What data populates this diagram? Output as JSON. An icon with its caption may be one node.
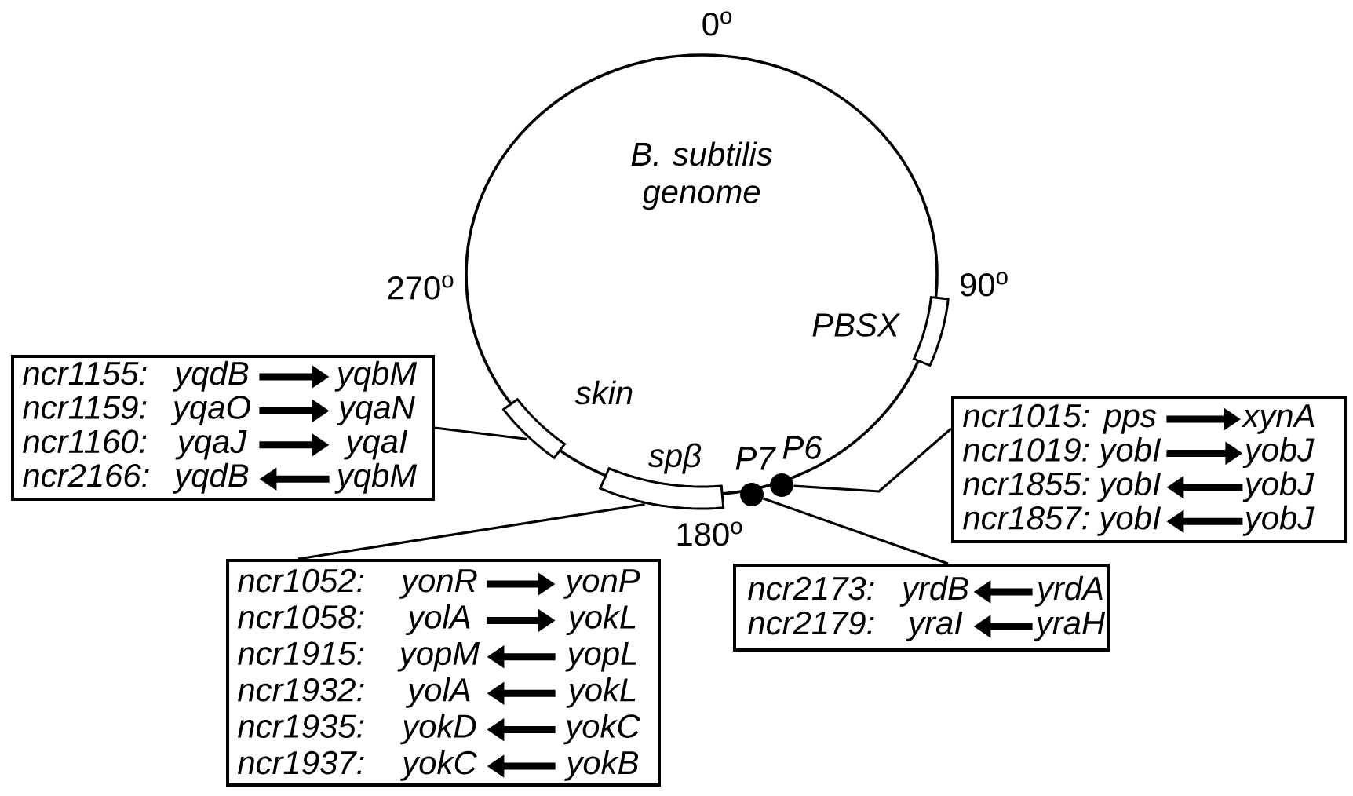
{
  "diagram": {
    "nodes": [
      {
        "text": [
          "B. subtilis genome"
        ],
        "beside": [
          "0$^{o}$",
          "270$^{o}$",
          "90$^{o}$",
          "180$^{o}$"
        ]
      },
      {
        "text": [
          "PBSX"
        ],
        "in": 0
      },
      {
        "text": [
          "skin"
        ],
        "in": 0
      },
      {
        "text": [
          "spβ"
        ],
        "in": 0
      },
      {
        "text": [
          "P7"
        ]
      },
      {
        "text": [
          "P6"
        ]
      },
      {
        "text": [],
        "shape": "box"
      },
      {
        "text": [
          "ncr1155:"
        ],
        "in": 6
      },
      {
        "text": [
          "yqdB"
        ],
        "in": 6
      },
      {
        "text": [
          "yqbM"
        ],
        "in": 6
      },
      {
        "text": [
          "ncr1159:"
        ],
        "in": 6
      },
      {
        "text": [
          "yqaO"
        ],
        "in": 6
      },
      {
        "text": [
          "yqaN"
        ],
        "in": 6
      },
      {
        "text": [
          "ncr1160:"
        ],
        "in": 6
      },
      {
        "text": [
          "yqaJ"
        ],
        "in": 6
      },
      {
        "text": [
          "yqaI"
        ],
        "in": 6
      },
      {
        "text": [
          "ncr2166:"
        ],
        "in": 6
      },
      {
        "text": [
          "yqdB"
        ],
        "in": 6
      },
      {
        "text": [
          "yqbM"
        ],
        "in": 6
      },
      {
        "text": [],
        "shape": "box"
      },
      {
        "text": [
          "ncr1015:"
        ],
        "in": 19
      },
      {
        "text": [
          "pps"
        ],
        "in": 19
      },
      {
        "text": [
          "xynA"
        ],
        "in": 19
      },
      {
        "text": [
          "ncr1019:"
        ],
        "in": 19
      },
      {
        "text": [
          "yobI"
        ],
        "in": 19
      },
      {
        "text": [
          "yobJ"
        ],
        "in": 19
      },
      {
        "text": [
          "ncr1855:"
        ],
        "in": 19
      },
      {
        "text": [
          "yobI"
        ],
        "in": 19
      },
      {
        "text": [
          "yobJ"
        ],
        "in": 19
      },
      {
        "text": [
          "ncr1857:"
        ],
        "in": 19
      },
      {
        "text": [
          "yobI"
        ],
        "in": 19
      },
      {
        "text": [
          "yobJ"
        ],
        "in": 19
      },
      {
        "text": [],
        "shape": "box"
      },
      {
        "text": [
          "ncr1052:"
        ],
        "in": 32
      },
      {
        "text": [
          "yonR"
        ],
        "in": 32
      },
      {
        "text": [
          "yonP"
        ],
        "in": 32
      },
      {
        "text": [
          "ncr1058:"
        ],
        "in": 32
      },
      {
        "text": [
          "yolA"
        ],
        "in": 32
      },
      {
        "text": [
          "yokL"
        ],
        "in": 32
      },
      {
        "text": [
          "ncr1915:"
        ],
        "in": 32
      },
      {
        "text": [
          "yopM"
        ],
        "in": 32
      },
      {
        "text": [
          "yopL"
        ],
        "in": 32
      },
      {
        "text": [
          "ncr1932:"
        ],
        "in": 32
      },
      {
        "text": [
          "yolA"
        ],
        "in": 32
      },
      {
        "text": [
          "yokL"
        ],
        "in": 32
      },
      {
        "text": [
          "ncr1935:"
        ],
        "in": 32
      },
      {
        "text": [
          "yokD"
        ],
        "in": 32
      },
      {
        "text": [
          "yokC"
        ],
        "in": 32
      },
      {
        "text": [
          "ncr1937:"
        ],
        "in": 32
      },
      {
        "text": [
          "yokC"
        ],
        "in": 32
      },
      {
        "text": [
          "yokB"
        ],
        "in": 32
      },
      {
        "text": [],
        "shape": "box"
      },
      {
        "text": [
          "ncr2173:"
        ],
        "in": 51
      },
      {
        "text": [
          "yrdB"
        ],
        "in": 51
      },
      {
        "text": [
          "yrdA"
        ],
        "in": 51
      },
      {
        "text": [
          "ncr2179:"
        ],
        "in": 51
      },
      {
        "text": [
          "yraI"
        ],
        "in": 51
      },
      {
        "text": [
          "yraH"
        ],
        "in": 51
      }
    ],
    "edges": [
      {
        "from": 6,
        "to": 2,
        "arrow": "none"
      },
      {
        "from": 19,
        "to": 5,
        "arrow": "none"
      },
      {
        "from": 32,
        "to": 3,
        "arrow": "none"
      },
      {
        "from": 51,
        "to": 4,
        "arrow": "none"
      },
      {
        "from": 8,
        "to": 9,
        "arrow": "to"
      },
      {
        "from": 11,
        "to": 12,
        "arrow": "to"
      },
      {
        "from": 14,
        "to": 15,
        "arrow": "to"
      },
      {
        "from": 18,
        "to": 17,
        "arrow": "to"
      },
      {
        "from": 21,
        "to": 22,
        "arrow": "to"
      },
      {
        "from": 24,
        "to": 25,
        "arrow": "to"
      },
      {
        "from": 28,
        "to": 27,
        "arrow": "to"
      },
      {
        "from": 31,
        "to": 30,
        "arrow": "to"
      },
      {
        "from": 34,
        "to": 35,
        "arrow": "to"
      },
      {
        "from": 37,
        "to": 38,
        "arrow": "to"
      },
      {
        "from": 41,
        "to": 40,
        "arrow": "to"
      },
      {
        "from": 44,
        "to": 43,
        "arrow": "to"
      },
      {
        "from": 47,
        "to": 46,
        "arrow": "to"
      },
      {
        "from": 50,
        "to": 49,
        "arrow": "to"
      },
      {
        "from": 54,
        "to": 53,
        "arrow": "to"
      },
      {
        "from": 57,
        "to": 56,
        "arrow": "to"
      }
    ]
  }
}
